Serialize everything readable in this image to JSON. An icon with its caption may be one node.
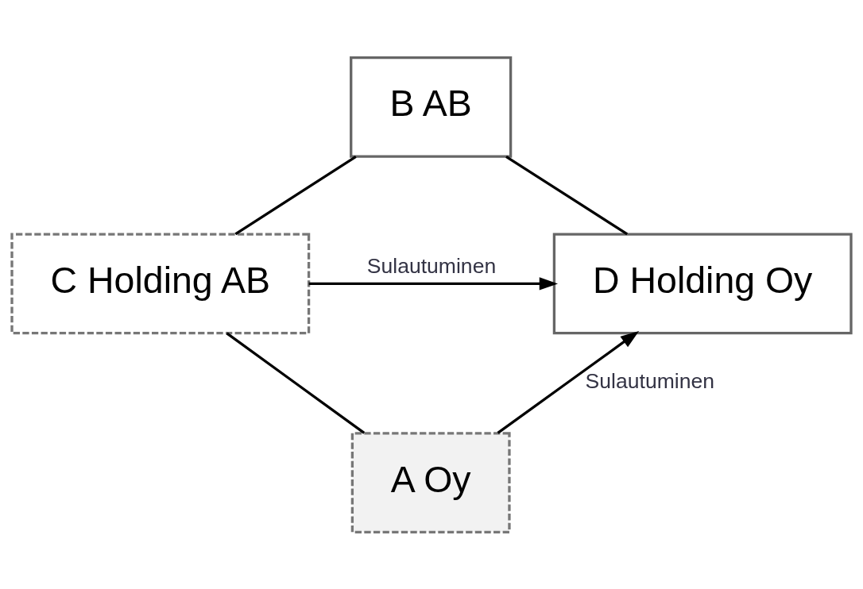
{
  "diagram": {
    "nodes": [
      {
        "text": [
          "B AB"
        ]
      },
      {
        "text": [
          "C Holding AB"
        ]
      },
      {
        "text": [
          "D Holding Oy"
        ]
      },
      {
        "text": [
          "A Oy"
        ]
      }
    ],
    "edges": [
      {
        "from": 0,
        "to": 1,
        "arrow": "none"
      },
      {
        "from": 0,
        "to": 2,
        "arrow": "none"
      },
      {
        "from": 1,
        "to": 3,
        "arrow": "none"
      },
      {
        "from": 1,
        "to": 2,
        "arrow": "to",
        "label": "Sulautuminen"
      },
      {
        "from": 3,
        "to": 2,
        "arrow": "to",
        "label": "Sulautuminen"
      }
    ]
  }
}
